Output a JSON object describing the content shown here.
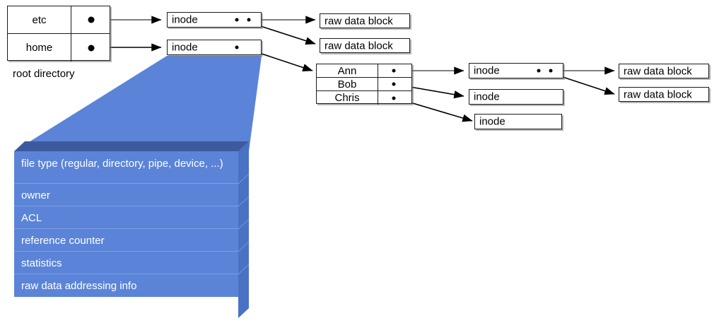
{
  "diagram": {
    "title": "unix-inode-file-system-structure",
    "colors": {
      "box_fill": "#ffffff",
      "box_border": "#1a1a1a",
      "cone_fill": "#5b84d8",
      "detail_front": "#5b84d8",
      "detail_top": "#3d5a9e",
      "detail_side": "#4a72c4",
      "detail_text": "#ffffff",
      "arrow": "#000000",
      "shadow": "#787878"
    },
    "root_directory": {
      "caption": "root directory",
      "rows": [
        {
          "name": "etc",
          "pointer": "dot"
        },
        {
          "name": "home",
          "pointer": "dot"
        }
      ]
    },
    "home_directory": {
      "rows": [
        {
          "name": "Ann",
          "pointer": "dot"
        },
        {
          "name": "Bob",
          "pointer": "dot"
        },
        {
          "name": "Chris",
          "pointer": "dot"
        }
      ]
    },
    "inodes": [
      {
        "id": "inode-etc",
        "label": "inode",
        "dots": 2
      },
      {
        "id": "inode-home",
        "label": "inode",
        "dots": 1
      },
      {
        "id": "inode-ann",
        "label": "inode",
        "dots": 2
      },
      {
        "id": "inode-bob",
        "label": "inode",
        "dots": 0
      },
      {
        "id": "inode-chris",
        "label": "inode",
        "dots": 0
      }
    ],
    "raw_data_blocks": [
      {
        "id": "rdb-etc-1",
        "label": "raw data block"
      },
      {
        "id": "rdb-etc-2",
        "label": "raw data block"
      },
      {
        "id": "rdb-ann-1",
        "label": "raw data block"
      },
      {
        "id": "rdb-ann-2",
        "label": "raw data block"
      }
    ],
    "inode_detail": {
      "rows": [
        "file type (regular, directory, pipe, device, ...)",
        "owner",
        "ACL",
        "reference counter",
        "statistics",
        "raw data addressing info"
      ]
    }
  }
}
